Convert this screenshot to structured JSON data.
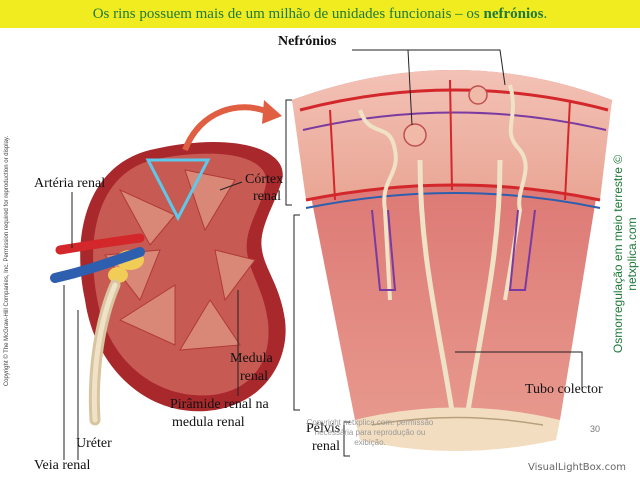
{
  "title": {
    "prefix": "Os rins possuem mais de um milhão de unidades funcionais – os ",
    "bold": "nefrónios",
    "suffix": "."
  },
  "labels": {
    "nefronios": "Nefrónios",
    "cortex_1": "Córtex",
    "cortex_2": "renal",
    "arteria": "Artéria renal",
    "medula_1": "Medula",
    "medula_2": "renal",
    "tubo": "Tubo colector",
    "ureter": "Uréter",
    "pelvis_1": "Pélvis",
    "pelvis_2": "renal",
    "veia": "Veia renal",
    "piramide_1": "Pirâmide renal na",
    "piramide_2": "medula renal"
  },
  "side_text_left": "Copyright © The McGraw-Hill Companies, Inc. Permission required for reproduction or display.",
  "side_text_right": "Osmorregulação em meio terrestre © netxplica.com",
  "watermark": "Copyright netxplica.com: permissão necessária para reprodução ou exibição.",
  "page_number": "30",
  "brand": "VisualLightBox.com"
}
